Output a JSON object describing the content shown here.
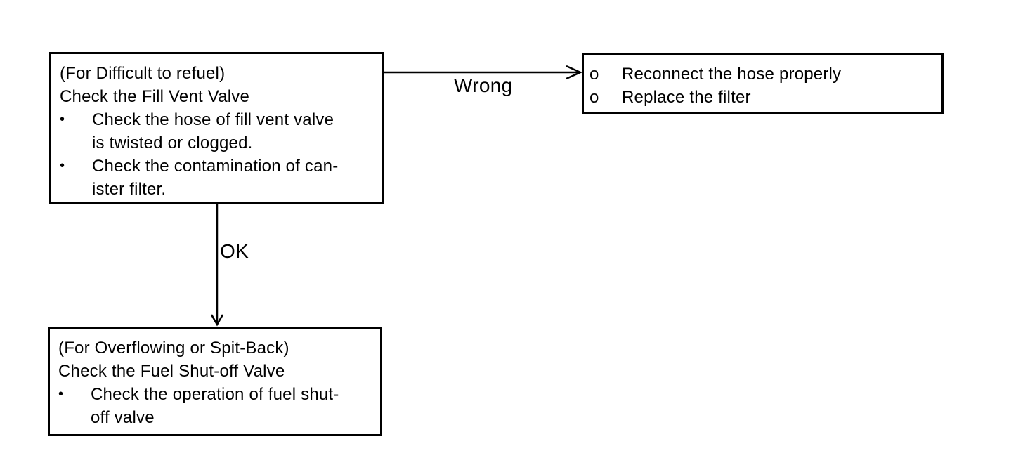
{
  "flowchart": {
    "colors": {
      "ink": "#000000",
      "background": "#ffffff"
    },
    "box_fill_vent": {
      "heading_lines": [
        "(For Difficult to refuel)",
        "Check the Fill Vent Valve"
      ],
      "bullets": [
        {
          "marker": "•",
          "lines": [
            "Check the hose of fill vent valve",
            "is twisted or clogged."
          ]
        },
        {
          "marker": "•",
          "lines": [
            "Check the contamination of can-",
            "ister filter."
          ]
        }
      ]
    },
    "box_remedy": {
      "items": [
        {
          "marker": "o",
          "text": "Reconnect the hose properly"
        },
        {
          "marker": "o",
          "text": "Replace the filter"
        }
      ]
    },
    "box_fuel_shutoff": {
      "heading_lines": [
        "(For Overflowing or Spit-Back)",
        "Check the Fuel Shut-off Valve"
      ],
      "bullets": [
        {
          "marker": "•",
          "lines": [
            "Check the operation of fuel shut-",
            "off valve"
          ]
        }
      ]
    },
    "connectors": {
      "wrong_label": "Wrong",
      "ok_label": "OK"
    }
  }
}
